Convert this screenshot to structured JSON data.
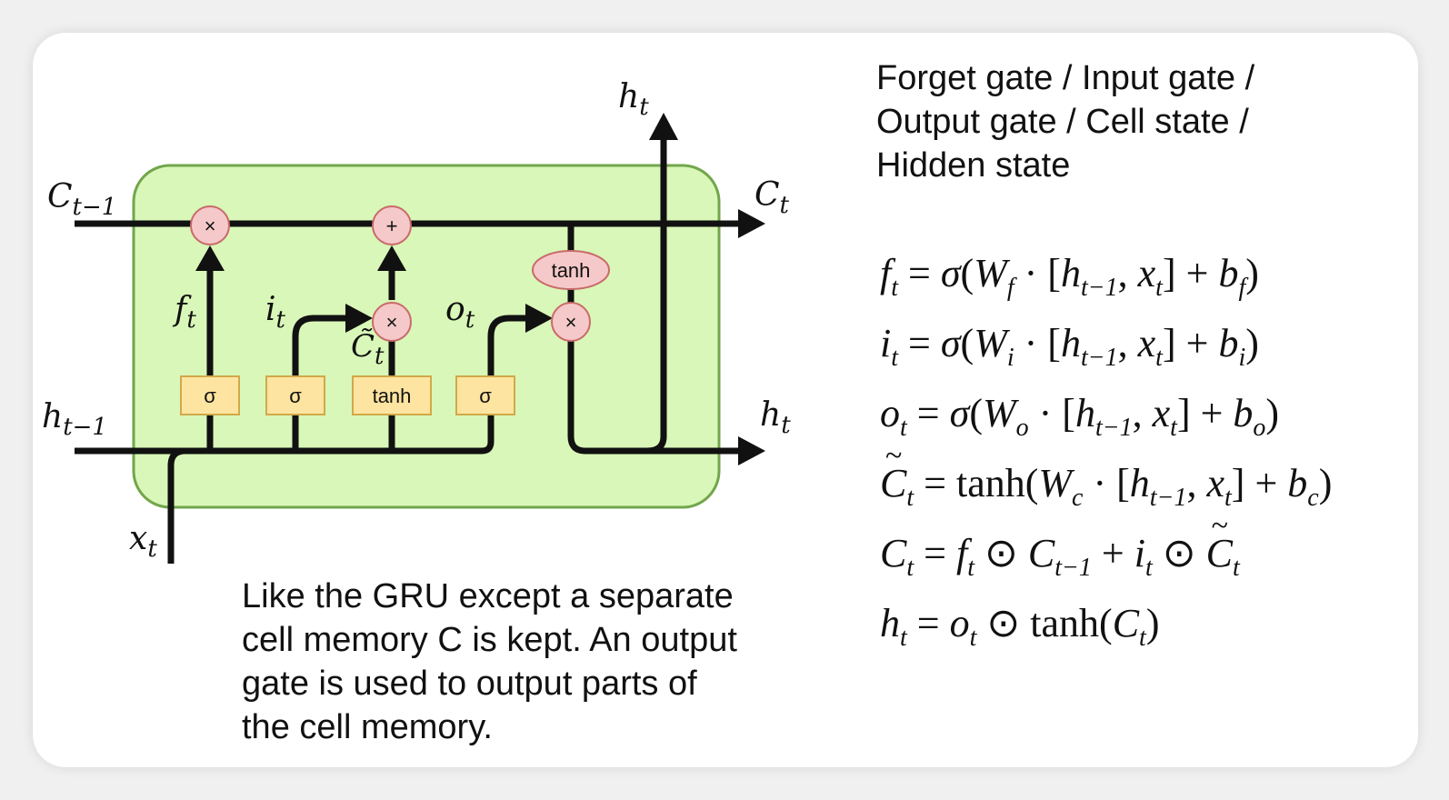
{
  "title_lines": [
    "Forget gate / Input gate /",
    "Output gate / Cell state /",
    "Hidden state"
  ],
  "description_lines": [
    "Like the GRU except a separate",
    "cell memory C is kept. An output",
    "gate is used to output parts of",
    "the cell memory."
  ],
  "diagram": {
    "c_prev": {
      "base": "C",
      "sub": "t−1"
    },
    "c_next": {
      "base": "C",
      "sub": "t"
    },
    "h_prev": {
      "base": "h",
      "sub": "t−1"
    },
    "h_next": {
      "base": "h",
      "sub": "t"
    },
    "h_top": {
      "base": "h",
      "sub": "t"
    },
    "x_in": {
      "base": "x",
      "sub": "t"
    },
    "f_gate": {
      "base": "f",
      "sub": "t"
    },
    "i_gate": {
      "base": "i",
      "sub": "t"
    },
    "o_gate": {
      "base": "o",
      "sub": "t"
    },
    "c_tilde": {
      "base": "C̃",
      "sub": "t"
    },
    "sigma": "σ",
    "tanh": "tanh",
    "times": "×",
    "plus": "+",
    "colors": {
      "cell_fill": "#d9f7b8",
      "cell_stroke": "#72a64b",
      "op_fill": "#f5c9c9",
      "op_stroke": "#c96a6a",
      "gate_fill": "#fde4a0",
      "gate_stroke": "#d1a94a",
      "line": "#111111"
    }
  },
  "equations": [
    "f_t = σ(W_f · [h_{t−1}, x_t] + b_f)",
    "i_t = σ(W_i · [h_{t−1}, x_t] + b_i)",
    "o_t = σ(W_o · [h_{t−1}, x_t] + b_o)",
    "C̃_t = tanh(W_c · [h_{t−1}, x_t] + b_c)",
    "C_t = f_t ⊙ C_{t−1} + i_t ⊙ C̃_t",
    "h_t = o_t ⊙ tanh(C_t)"
  ],
  "eq_parts": {
    "f": "f",
    "i": "i",
    "o": "o",
    "C": "C",
    "h": "h",
    "x": "x",
    "W": "W",
    "b": "b",
    "t": "t",
    "tm1": "t−1",
    "sub_f": "f",
    "sub_i": "i",
    "sub_o": "o",
    "sub_c": "c",
    "eq": " = ",
    "sigma": "σ",
    "tanh": "tanh",
    "dot": " · ",
    "odot": " ⊙ ",
    "lparen": "(",
    "rparen": ")",
    "lbr": "[",
    "rbr": "]",
    "comma": ", ",
    "plus": " + "
  }
}
